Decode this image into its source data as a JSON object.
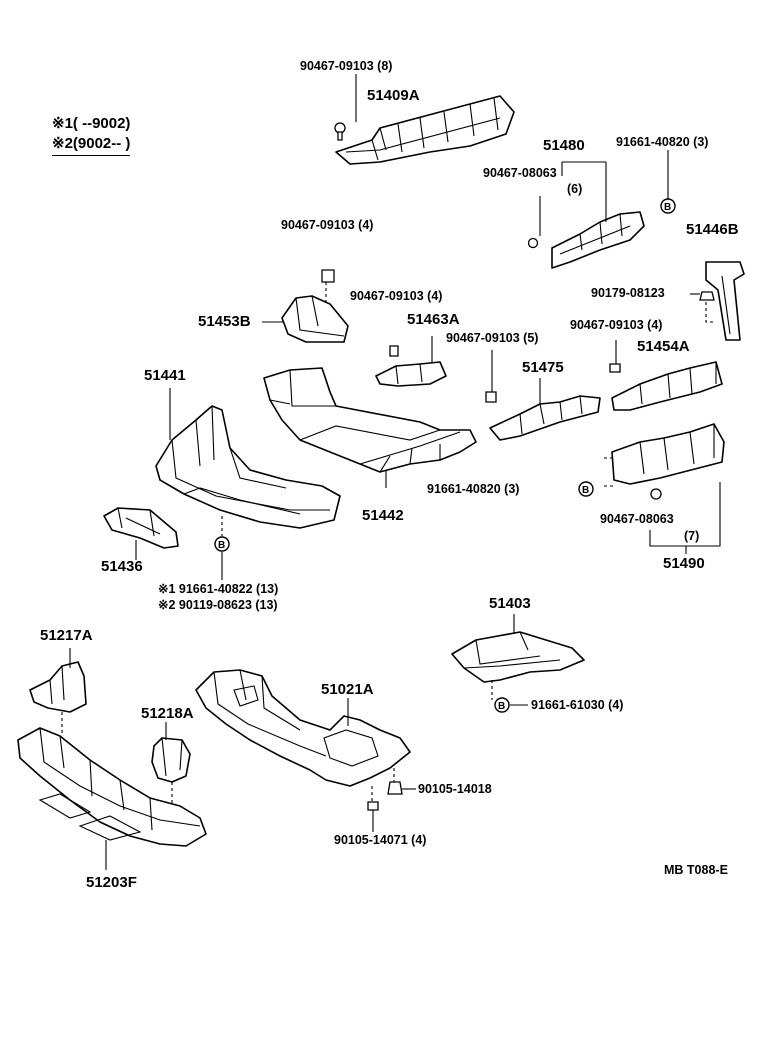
{
  "legend": {
    "row1": "※1(       --9002)",
    "row2": "※2(9002--        )"
  },
  "labels": {
    "p90467_09103_8": "90467-09103 (8)",
    "p51409A": "51409A",
    "p51480": "51480",
    "p91661_40820_3_top": "91661-40820 (3)",
    "p90467_08063": "90467-08063",
    "p6": "(6)",
    "p90467_09103_4_a": "90467-09103 (4)",
    "p51446B": "51446B",
    "p90179_08123": "90179-08123",
    "p90467_09103_4_b": "90467-09103 (4)",
    "p51453B": "51453B",
    "p51463A": "51463A",
    "p90467_09103_5": "90467-09103 (5)",
    "p90467_09103_4_c": "90467-09103 (4)",
    "p51441": "51441",
    "p51475": "51475",
    "p51454A": "51454A",
    "p91661_40820_3_mid": "91661-40820 (3)",
    "p51442": "51442",
    "p90467_08063_b": "90467-08063",
    "p7": "(7)",
    "p51490": "51490",
    "p51436": "51436",
    "p_note1": "※1 91661-40822 (13)",
    "p_note2": "※2 90119-08623 (13)",
    "p51403": "51403",
    "p51217A": "51217A",
    "p51021A": "51021A",
    "p51218A": "51218A",
    "p91661_61030_4": "91661-61030 (4)",
    "p90105_14018": "90105-14018",
    "p90105_14071_4": "90105-14071 (4)",
    "p51203F": "51203F",
    "diagram_code": "MB T088-E"
  },
  "symbols": {
    "b_marker": "B"
  }
}
